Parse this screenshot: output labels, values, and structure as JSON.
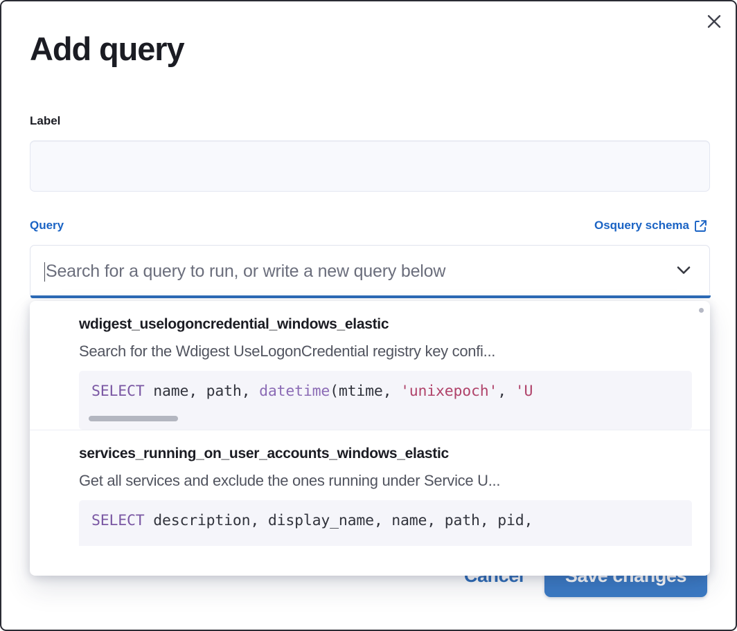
{
  "dialog": {
    "title": "Add query",
    "close_icon": "close-icon"
  },
  "label_field": {
    "caption": "Label",
    "value": "",
    "placeholder": ""
  },
  "query_section": {
    "caption": "Query",
    "schema_link": {
      "text": "Osquery schema",
      "icon": "external-link-icon"
    },
    "combo": {
      "placeholder": "Search for a query to run, or write a new query below",
      "value": "",
      "chevron_icon": "chevron-down-icon"
    }
  },
  "dropdown": {
    "options": [
      {
        "title": "wdigest_uselogoncredential_windows_elastic",
        "description": "Search for the Wdigest UseLogonCredential registry key confi...",
        "code": {
          "tokens": [
            {
              "t": "SELECT",
              "c": "kw"
            },
            {
              "t": " name, path, ",
              "c": ""
            },
            {
              "t": "datetime",
              "c": "fn"
            },
            {
              "t": "(mtime, ",
              "c": ""
            },
            {
              "t": "'unixepoch'",
              "c": "str"
            },
            {
              "t": ", ",
              "c": ""
            },
            {
              "t": "'U",
              "c": "str"
            }
          ],
          "has_scrollbar": true
        }
      },
      {
        "title": "services_running_on_user_accounts_windows_elastic",
        "description": "Get all services and exclude the ones running under Service U...",
        "code": {
          "tokens": [
            {
              "t": "SELECT",
              "c": "kw"
            },
            {
              "t": " description, display_name, name, path, pid,",
              "c": ""
            }
          ],
          "has_scrollbar": false
        }
      }
    ]
  },
  "footer": {
    "cancel_label": "Cancel",
    "save_label": "Save changes"
  },
  "colors": {
    "accent_blue": "#1a63c4",
    "button_blue": "#3b7ac4",
    "focus_underline": "#2e6cb8",
    "keyword_purple": "#7a57a3",
    "function_purple": "#8b6bb5",
    "string_maroon": "#b0436a",
    "code_bg": "#f5f5fa",
    "input_bg": "#f8f9fd"
  }
}
